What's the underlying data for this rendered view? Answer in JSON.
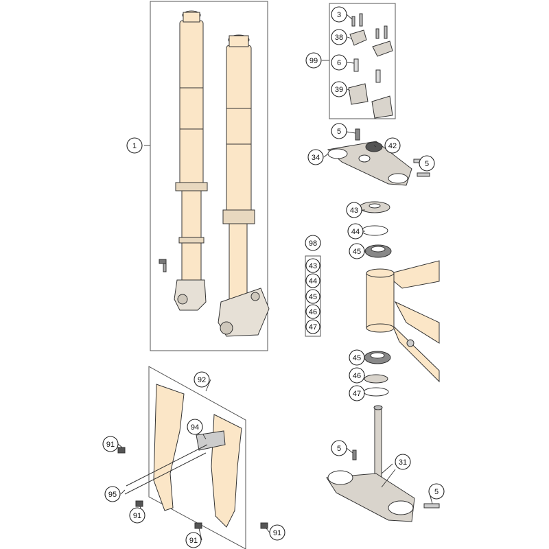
{
  "diagram": {
    "callouts": {
      "fork_assembly": "1",
      "screw_small": "3",
      "clamp_upper": "38",
      "screw_medium": "6",
      "clamp_lower": "39",
      "handlebar_kit": "99",
      "screw_upper_left": "5",
      "nut": "42",
      "upper_triple_clamp": "34",
      "screw_upper_right": "5",
      "bearing_seal_upper": "43",
      "o_ring_upper": "44",
      "bearing_upper": "45",
      "bearing_kit": "98",
      "kit_item_43": "43",
      "kit_item_44": "44",
      "kit_item_45": "45",
      "kit_item_46": "46",
      "kit_item_47": "47",
      "bearing_lower": "45",
      "seal_lower": "46",
      "o_ring_lower": "47",
      "fork_protector_kit": "92",
      "fork_protector_bracket": "94",
      "fastener_left": "91",
      "screw_long": "95",
      "fastener_bottom_left": "91",
      "fastener_bottom_center": "91",
      "fastener_bottom_right": "91",
      "screw_lower_left": "5",
      "lower_triple_clamp": "31",
      "screw_lower_right": "5"
    },
    "colors": {
      "tube_fill": "#fbe6c7",
      "line": "#333333",
      "frame_fill": "#fbe6c7",
      "clamp_fill": "#d9d4cc",
      "dark_part": "#555555",
      "background": "#ffffff"
    }
  }
}
